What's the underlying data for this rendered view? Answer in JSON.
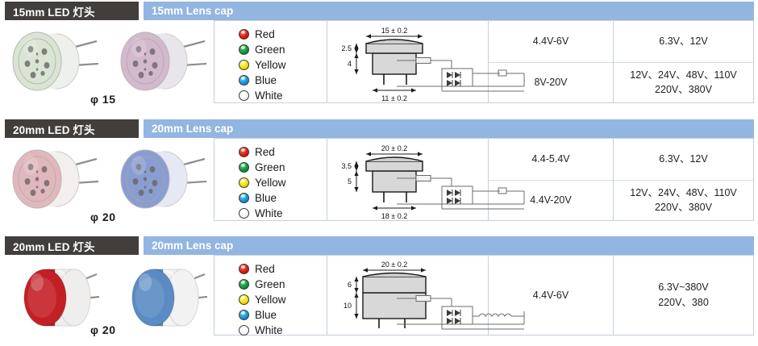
{
  "sections": [
    {
      "id": "row-15mm",
      "dark_header": "15mm LED 灯头",
      "blue_header": "15mm Lens cap",
      "diameter_label": "φ 15",
      "photos": [
        {
          "name": "led-head-green-15mm",
          "face_color": "#d9e4d2",
          "body_color": "#eef0ec"
        },
        {
          "name": "led-head-pink-15mm",
          "face_color": "#d3b9cc",
          "body_color": "#e8e6ea"
        }
      ],
      "colors": [
        {
          "name": "Red",
          "swatch": "#e01b10"
        },
        {
          "name": "Green",
          "swatch": "#0e9a3a"
        },
        {
          "name": "Yellow",
          "swatch": "#f5e200"
        },
        {
          "name": "Blue",
          "swatch": "#0d9ae0"
        },
        {
          "name": "White",
          "swatch": "#ffffff"
        }
      ],
      "dimensions": {
        "top_width": "15 ± 0.2",
        "bottom_width": "11 ± 0.2",
        "height_upper": "2.5",
        "height_lower": "4",
        "style": "flanged"
      },
      "circuit": "resistor-bridge",
      "voltage_cells": [
        "4.4V-6V",
        "8V-20V"
      ],
      "rated_cells": [
        [
          "6.3V、12V"
        ],
        [
          "12V、24V、48V、110V",
          "220V、380V"
        ]
      ]
    },
    {
      "id": "row-20mm-flat",
      "dark_header": "20mm LED 灯头",
      "blue_header": "20mm Lens cap",
      "diameter_label": "φ 20",
      "photos": [
        {
          "name": "led-head-pink-20mm",
          "face_color": "#e0b8bc",
          "body_color": "#f2efee"
        },
        {
          "name": "led-head-blue-20mm",
          "face_color": "#8a9dd0",
          "body_color": "#e6e8f4"
        }
      ],
      "colors": [
        {
          "name": "Red",
          "swatch": "#e01b10"
        },
        {
          "name": "Green",
          "swatch": "#0e9a3a"
        },
        {
          "name": "Yellow",
          "swatch": "#f5e200"
        },
        {
          "name": "Blue",
          "swatch": "#0d9ae0"
        },
        {
          "name": "White",
          "swatch": "#ffffff"
        }
      ],
      "dimensions": {
        "top_width": "20 ± 0.2",
        "bottom_width": "18 ± 0.2",
        "height_upper": "3.5",
        "height_lower": "5",
        "style": "flanged"
      },
      "circuit": "resistor-bridge",
      "voltage_cells": [
        "4.4-5.4V",
        "4.4V-20V"
      ],
      "rated_cells": [
        [
          "6.3V、12V"
        ],
        [
          "12V、24V、48V、110V",
          "220V、380V"
        ]
      ]
    },
    {
      "id": "row-20mm-dome",
      "dark_header": "20mm LED 灯头",
      "blue_header": "20mm Lens cap",
      "diameter_label": "φ 20",
      "photos": [
        {
          "name": "lens-cap-red-20mm",
          "face_color": "#c32026",
          "body_color": "#f0eeec"
        },
        {
          "name": "lens-cap-blue-20mm",
          "face_color": "#5b8bc4",
          "body_color": "#f2f2f2"
        }
      ],
      "colors": [
        {
          "name": "Red",
          "swatch": "#e01b10"
        },
        {
          "name": "Green",
          "swatch": "#0e9a3a"
        },
        {
          "name": "Yellow",
          "swatch": "#f5e200"
        },
        {
          "name": "Blue",
          "swatch": "#0d9ae0"
        },
        {
          "name": "White",
          "swatch": "#ffffff"
        }
      ],
      "dimensions": {
        "top_width": "20 ± 0.2",
        "bottom_width": "",
        "height_upper": "6",
        "height_lower": "10",
        "style": "straight"
      },
      "circuit": "resistor-bridge-coil",
      "voltage_cells": [
        "4.4V-6V"
      ],
      "rated_cells": [
        [
          "6.3V~380V",
          "220V、380"
        ]
      ]
    }
  ],
  "theme": {
    "dark_header_bg": "#423e3c",
    "blue_header_bg": "#93b5e1",
    "table_border": "#c3cfdd",
    "text_color": "#1f1f1f"
  }
}
